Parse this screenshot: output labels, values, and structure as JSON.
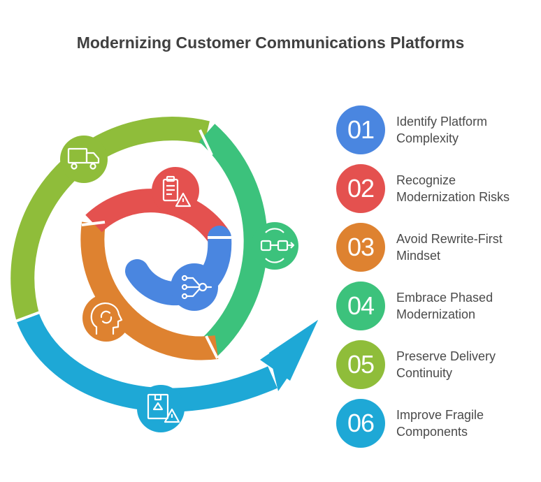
{
  "title": "Modernizing Customer Communications Platforms",
  "colors": {
    "blue": "#4a86e0",
    "red": "#e4514f",
    "orange": "#de8230",
    "green": "#3cc27c",
    "olive": "#8fbd3a",
    "cyan": "#1ea8d6"
  },
  "steps": [
    {
      "num": "01",
      "label": "Identify Platform\nComplexity",
      "color": "#4a86e0",
      "icon": "cluster-network-icon"
    },
    {
      "num": "02",
      "label": "Recognize\nModernization Risks",
      "color": "#e4514f",
      "icon": "clipboard-warning-icon"
    },
    {
      "num": "03",
      "label": "Avoid Rewrite-First\nMindset",
      "color": "#de8230",
      "icon": "head-cycle-icon"
    },
    {
      "num": "04",
      "label": "Embrace Phased\nModernization",
      "color": "#3cc27c",
      "icon": "linked-blocks-icon"
    },
    {
      "num": "05",
      "label": "Preserve Delivery\nContinuity",
      "color": "#8fbd3a",
      "icon": "delivery-truck-icon"
    },
    {
      "num": "06",
      "label": "Improve Fragile\nComponents",
      "color": "#1ea8d6",
      "icon": "fragile-box-icon"
    }
  ]
}
